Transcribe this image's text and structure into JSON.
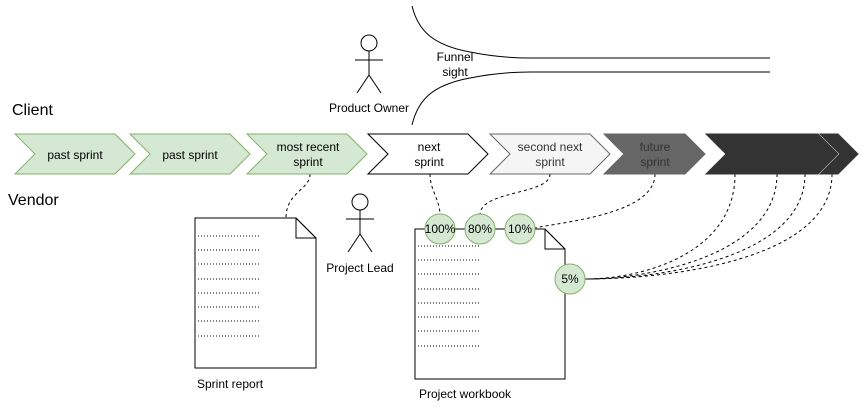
{
  "lanes": {
    "client": "Client",
    "vendor": "Vendor"
  },
  "roles": {
    "product_owner": "Product Owner",
    "project_lead": "Project Lead"
  },
  "funnel": {
    "line1": "Funnel",
    "line2": "sight"
  },
  "sprints": [
    {
      "line1": "past sprint",
      "line2": "",
      "fill": "#d5e8d4",
      "stroke": "#82b366",
      "text_color": "#000000"
    },
    {
      "line1": "past sprint",
      "line2": "",
      "fill": "#d5e8d4",
      "stroke": "#82b366",
      "text_color": "#000000"
    },
    {
      "line1": "most recent",
      "line2": "sprint",
      "fill": "#d5e8d4",
      "stroke": "#82b366",
      "text_color": "#000000"
    },
    {
      "line1": "next",
      "line2": "sprint",
      "fill": "#ffffff",
      "stroke": "#000000",
      "text_color": "#000000"
    },
    {
      "line1": "second next",
      "line2": "sprint",
      "fill": "#f5f5f5",
      "stroke": "#666666",
      "text_color": "#333333"
    },
    {
      "line1": "future",
      "line2": "sprint",
      "fill": "#666666",
      "stroke": "#666666",
      "text_color": "#333333"
    },
    {
      "line1": "",
      "line2": "",
      "fill": "#333333",
      "stroke": "#333333",
      "text_color": "#000000"
    },
    {
      "line1": "",
      "line2": "",
      "fill": "#333333",
      "stroke": "#333333",
      "text_color": "#000000"
    },
    {
      "line1": "",
      "line2": "",
      "fill": "#333333",
      "stroke": "#333333",
      "text_color": "#000000"
    },
    {
      "line1": "",
      "line2": "",
      "fill": "#333333",
      "stroke": "#333333",
      "text_color": "#000000"
    }
  ],
  "documents": {
    "sprint_report": "Sprint report",
    "project_workbook": "Project workbook"
  },
  "estimates": [
    "100%",
    "80%",
    "10%",
    "5%"
  ],
  "colors": {
    "green_fill": "#d5e8d4",
    "green_stroke": "#82b366"
  }
}
